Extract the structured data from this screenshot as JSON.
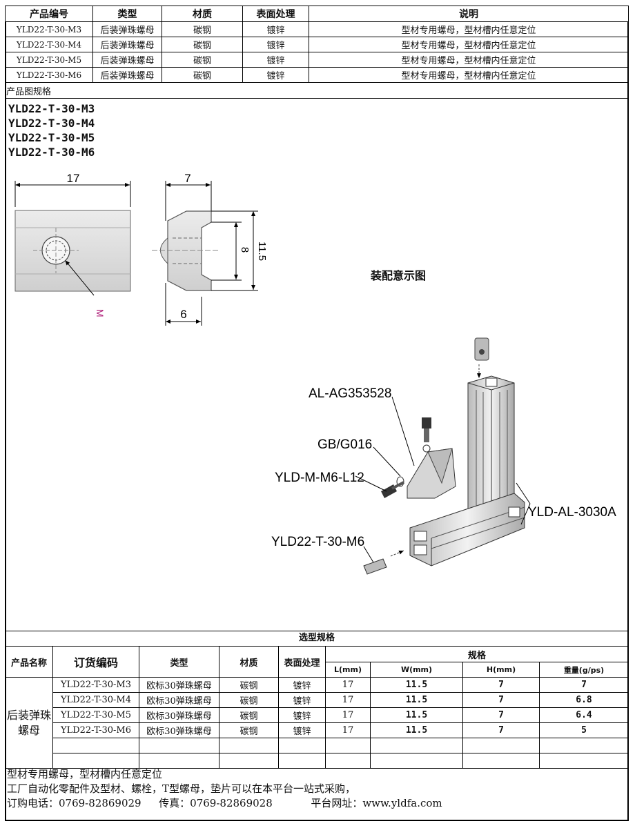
{
  "top_table": {
    "headers": [
      "产品编号",
      "类型",
      "材质",
      "表面处理",
      "说明"
    ],
    "rows": [
      [
        "YLD22-T-30-M3",
        "后装弹珠螺母",
        "碳钢",
        "镀锌",
        "型材专用螺母，型材槽内任意定位"
      ],
      [
        "YLD22-T-30-M4",
        "后装弹珠螺母",
        "碳钢",
        "镀锌",
        "型材专用螺母，型材槽内任意定位"
      ],
      [
        "YLD22-T-30-M5",
        "后装弹珠螺母",
        "碳钢",
        "镀锌",
        "型材专用螺母，型材槽内任意定位"
      ],
      [
        "YLD22-T-30-M6",
        "后装弹珠螺母",
        "碳钢",
        "镀锌",
        "型材专用螺母，型材槽内任意定位"
      ]
    ]
  },
  "spec_label": "产品图规格",
  "models": [
    "YLD22-T-30-M3",
    "YLD22-T-30-M4",
    "YLD22-T-30-M5",
    "YLD22-T-30-M6"
  ],
  "drawing": {
    "dim_length": "17",
    "dim_width_top": "7",
    "dim_width_bottom": "6",
    "dim_inner": "8",
    "dim_height": "11.5",
    "thread_label": "M"
  },
  "assembly": {
    "title": "装配意示图",
    "callouts": [
      "AL-AG353528",
      "GB/G016",
      "YLD-M-M6-L12",
      "YLD-AL-3030A",
      "YLD22-T-30-M6"
    ]
  },
  "selection": {
    "title": "选型规格",
    "headers": {
      "name": "产品名称",
      "code": "订货编码",
      "type": "类型",
      "material": "材质",
      "surface": "表面处理",
      "spec": "规格",
      "L": "L(mm)",
      "W": "W(mm)",
      "H": "H(mm)",
      "weight": "重量(g/ps)"
    },
    "product_name": "后装弹珠螺母",
    "rows": [
      {
        "code": "YLD22-T-30-M3",
        "type": "欧标30弹珠螺母",
        "material": "碳钢",
        "surface": "镀锌",
        "L": "17",
        "W": "11.5",
        "H": "7",
        "weight": "7"
      },
      {
        "code": "YLD22-T-30-M4",
        "type": "欧标30弹珠螺母",
        "material": "碳钢",
        "surface": "镀锌",
        "L": "17",
        "W": "11.5",
        "H": "7",
        "weight": "6.8"
      },
      {
        "code": "YLD22-T-30-M5",
        "type": "欧标30弹珠螺母",
        "material": "碳钢",
        "surface": "镀锌",
        "L": "17",
        "W": "11.5",
        "H": "7",
        "weight": "6.4"
      },
      {
        "code": "YLD22-T-30-M6",
        "type": "欧标30弹珠螺母",
        "material": "碳钢",
        "surface": "镀锌",
        "L": "17",
        "W": "11.5",
        "H": "7",
        "weight": "5"
      }
    ]
  },
  "footer": {
    "line1": "型材专用螺母，型材槽内任意定位",
    "line2": "工厂自动化零配件及型材、螺栓，T型螺母，垫片可以在本平台一站式采购，",
    "phone": "订购电话：0769-82869029",
    "fax": "传真：0769-82869028",
    "site": "平台网址：www.yldfa.com"
  }
}
